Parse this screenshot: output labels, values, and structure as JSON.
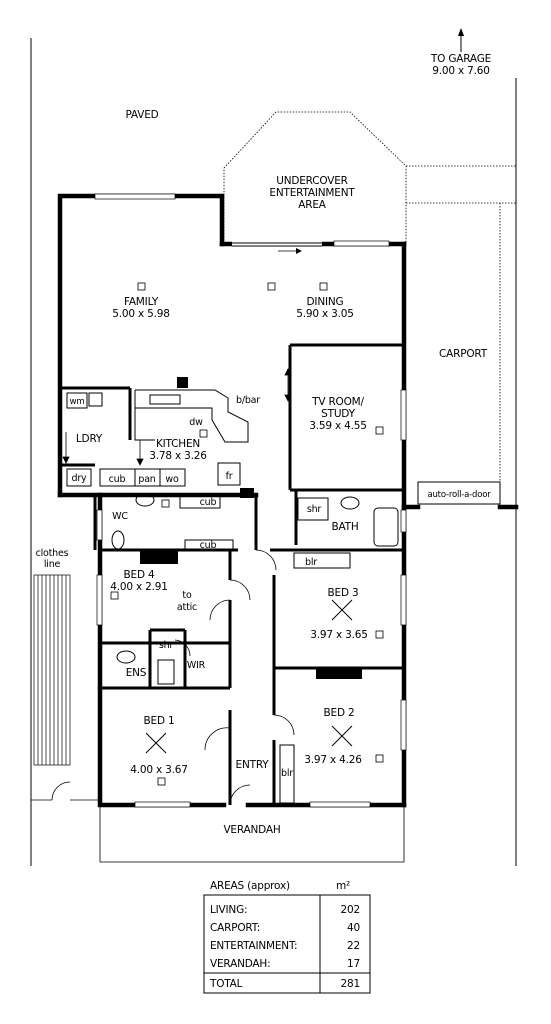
{
  "labels": {
    "paved": "PAVED",
    "garage_line1": "TO GARAGE",
    "garage_line2": "9.00 x 7.60",
    "undercover_1": "UNDERCOVER",
    "undercover_2": "ENTERTAINMENT",
    "undercover_3": "AREA",
    "family_name": "FAMILY",
    "family_size": "5.00 x 5.98",
    "dining_name": "DINING",
    "dining_size": "5.90 x 3.05",
    "carport": "CARPORT",
    "bbar": "b/bar",
    "wm": "wm",
    "dw": "dw",
    "ldry": "LDRY",
    "kitchen_name": "KITCHEN",
    "kitchen_size": "3.78 x 3.26",
    "tv_1": "TV ROOM/",
    "tv_2": "STUDY",
    "tv_size": "3.59 x 4.55",
    "dry": "dry",
    "cub1": "cub",
    "pan": "pan",
    "wo": "wo",
    "fr": "fr",
    "cub2": "cub",
    "auto_door": "auto-roll-a-door",
    "wc": "WC",
    "shr1": "shr",
    "bath": "BATH",
    "cub3": "cub",
    "clothes_1": "clothes",
    "clothes_2": "line",
    "bed4_name": "BED 4",
    "bed4_size": "4.00 x 2.91",
    "to_attic_1": "to",
    "to_attic_2": "attic",
    "blr1": "blr",
    "bed3_name": "BED 3",
    "bed3_size": "3.97 x 3.65",
    "shr2": "shr",
    "ens": "ENS",
    "wir": "WIR",
    "bed2_name": "BED 2",
    "bed2_size": "3.97 x 4.26",
    "bed1_name": "BED 1",
    "bed1_size": "4.00 x 3.67",
    "entry": "ENTRY",
    "blr2": "blr",
    "verandah": "VERANDAH"
  },
  "areas": {
    "title": "AREAS (approx)",
    "unit": "m²",
    "rows": [
      {
        "name": "LIVING:",
        "value": "202"
      },
      {
        "name": "CARPORT:",
        "value": "40"
      },
      {
        "name": "ENTERTAINMENT:",
        "value": "22"
      },
      {
        "name": "VERANDAH:",
        "value": "17"
      }
    ],
    "total_label": "TOTAL",
    "total_value": "281"
  }
}
